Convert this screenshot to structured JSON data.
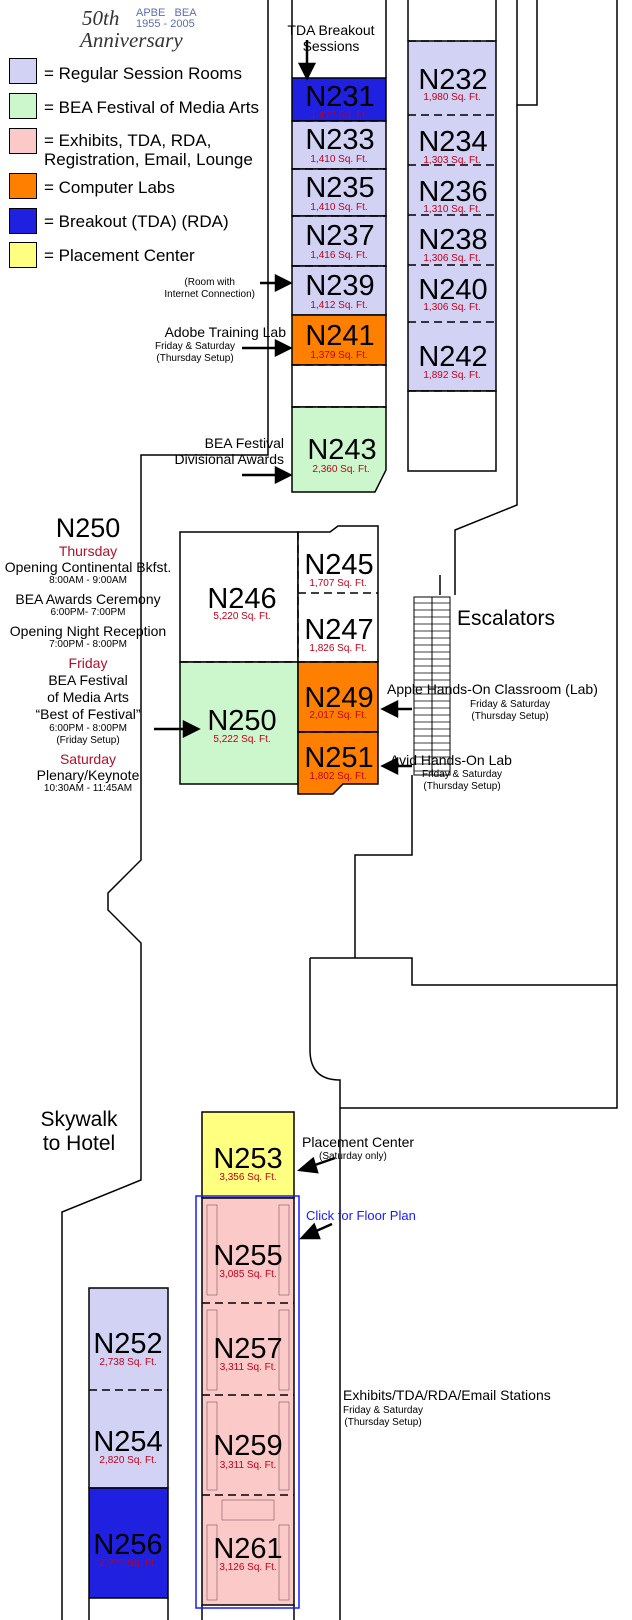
{
  "anniversary": {
    "line1": "50th",
    "line2": "Anniversary",
    "org1": "APBE",
    "org2": "BEA",
    "years": "1955 - 2005"
  },
  "legend": [
    {
      "color": "#d2d2f5",
      "label": "= Regular Session Rooms"
    },
    {
      "color": "#ccf7cc",
      "label": "= BEA Festival of Media Arts"
    },
    {
      "color": "#fcc9c9",
      "label": "= Exhibits, TDA, RDA,\nRegistration, Email, Lounge"
    },
    {
      "color": "#ff8000",
      "label": "= Computer Labs"
    },
    {
      "color": "#2020e0",
      "label": "= Breakout (TDA) (RDA)"
    },
    {
      "color": "#ffff80",
      "label": "= Placement Center"
    }
  ],
  "rooms": {
    "N231": {
      "name": "N231",
      "sqft": "1,4?? Sq. Ft."
    },
    "N233": {
      "name": "N233",
      "sqft": "1,410 Sq. Ft."
    },
    "N235": {
      "name": "N235",
      "sqft": "1,410 Sq. Ft."
    },
    "N237": {
      "name": "N237",
      "sqft": "1,416 Sq. Ft."
    },
    "N239": {
      "name": "N239",
      "sqft": "1,412 Sq. Ft."
    },
    "N241": {
      "name": "N241",
      "sqft": "1,379 Sq. Ft."
    },
    "N243": {
      "name": "N243",
      "sqft": "2,360 Sq. Ft."
    },
    "N232": {
      "name": "N232",
      "sqft": "1,980 Sq. Ft."
    },
    "N234": {
      "name": "N234",
      "sqft": "1,303 Sq. Ft."
    },
    "N236": {
      "name": "N236",
      "sqft": "1,310 Sq. Ft."
    },
    "N238": {
      "name": "N238",
      "sqft": "1,306 Sq. Ft."
    },
    "N240": {
      "name": "N240",
      "sqft": "1,306 Sq. Ft."
    },
    "N242": {
      "name": "N242",
      "sqft": "1,892 Sq. Ft."
    },
    "N245": {
      "name": "N245",
      "sqft": "1,707 Sq. Ft."
    },
    "N246": {
      "name": "N246",
      "sqft": "5,220 Sq. Ft."
    },
    "N247": {
      "name": "N247",
      "sqft": "1,826 Sq. Ft."
    },
    "N249": {
      "name": "N249",
      "sqft": "2,017 Sq. Ft."
    },
    "N250": {
      "name": "N250",
      "sqft": "5,222 Sq. Ft."
    },
    "N251": {
      "name": "N251",
      "sqft": "1,802 Sq. Ft."
    },
    "N252": {
      "name": "N252",
      "sqft": "2,738 Sq. Ft."
    },
    "N253": {
      "name": "N253",
      "sqft": "3,356 Sq. Ft."
    },
    "N254": {
      "name": "N254",
      "sqft": "2,820 Sq. Ft."
    },
    "N255": {
      "name": "N255",
      "sqft": "3,085 Sq. Ft."
    },
    "N256": {
      "name": "N256",
      "sqft": "2,??? Sq. Ft."
    },
    "N257": {
      "name": "N257",
      "sqft": "3,311 Sq. Ft."
    },
    "N259": {
      "name": "N259",
      "sqft": "3,311 Sq. Ft."
    },
    "N261": {
      "name": "N261",
      "sqft": "3,126 Sq. Ft."
    }
  },
  "annotations": {
    "tda_breakout": "TDA Breakout\nSessions",
    "room_internet": "(Room with\nInternet Connection)",
    "adobe_title": "Adobe Training Lab",
    "adobe_sub": "Friday & Saturday\n(Thursday Setup)",
    "bea_festival_div": "BEA Festival\nDivisional Awards",
    "escalators": "Escalators",
    "apple_title": "Apple Hands-On Classroom (Lab)",
    "apple_sub": "Friday & Saturday\n(Thursday Setup)",
    "avid_title": "Avid Hands-On Lab",
    "avid_sub": "Friday & Saturday\n(Thursday Setup)",
    "skywalk": "Skywalk\nto Hotel",
    "placement_title": "Placement Center",
    "placement_sub": "(Saturday only)",
    "click_floor_plan": "Click for Floor Plan",
    "exhibits_title": "Exhibits/TDA/RDA/Email Stations",
    "exhibits_sub": "Friday & Saturday\n(Thursday Setup)"
  },
  "n250_schedule": {
    "title": "N250",
    "thursday": "Thursday",
    "t1": "Opening Continental Bkfst.",
    "t1_time": "8:00AM - 9:00AM",
    "t2": "BEA Awards Ceremony",
    "t2_time": "6:00PM- 7:00PM",
    "t3": "Opening Night Reception",
    "t3_time": "7:00PM - 8:00PM",
    "friday": "Friday",
    "f1": "BEA Festival\nof Media Arts\n“Best of Festival”",
    "f1_time": "6:00PM - 8:00PM\n(Friday Setup)",
    "saturday": "Saturday",
    "s1": "Plenary/Keynote",
    "s1_time": "10:30AM - 11:45AM"
  },
  "colors": {
    "regular": "#d2d2f5",
    "festival": "#ccf7cc",
    "exhibits": "#fcc9c9",
    "computer": "#ff8000",
    "breakout": "#2020e0",
    "placement": "#ffff80",
    "link": "#1a1aff",
    "sqft": "#c0001a"
  }
}
